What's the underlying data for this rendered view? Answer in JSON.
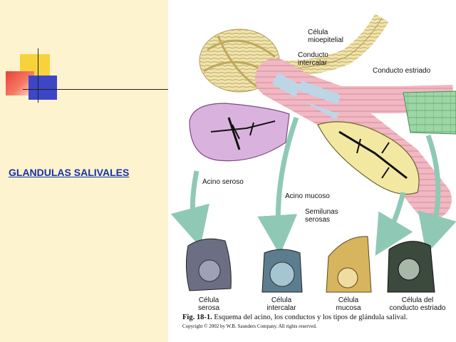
{
  "slide": {
    "title": "GLANDULAS SALIVALES"
  },
  "figure": {
    "labels": {
      "mioepitelial_line1": "Célula",
      "mioepitelial_line2": "mioepitelial",
      "intercalar_line1": "Conducto",
      "intercalar_line2": "intercalar",
      "estriado": "Conducto estriado",
      "acino_seroso": "Acino seroso",
      "acino_mucoso": "Acino mucoso",
      "semilunas_line1": "Semilunas",
      "semilunas_line2": "serosas"
    },
    "cells": [
      {
        "line1": "Célula",
        "line2": "serosa"
      },
      {
        "line1": "Célula",
        "line2": "intercalar"
      },
      {
        "line1": "Célula",
        "line2": "mucosa"
      },
      {
        "line1": "Célula del",
        "line2": "conducto estriado"
      }
    ],
    "caption_fig": "Fig. 18-1.",
    "caption_text": "Esquema del acino, los conductos y los tipos de glándula salival.",
    "copyright": "Copyright © 2002 by W.B. Saunders Company. All rights reserved."
  },
  "colors": {
    "left_background": "#fdf3cf",
    "title": "#1533a8",
    "arrow": "#8fc9b5",
    "serous_acinus": "#d9b3dd",
    "mucous_acinus": "#f3e8a2",
    "striated_duct": "#8fcf9a",
    "myoepithelial": "#e8dca0"
  }
}
